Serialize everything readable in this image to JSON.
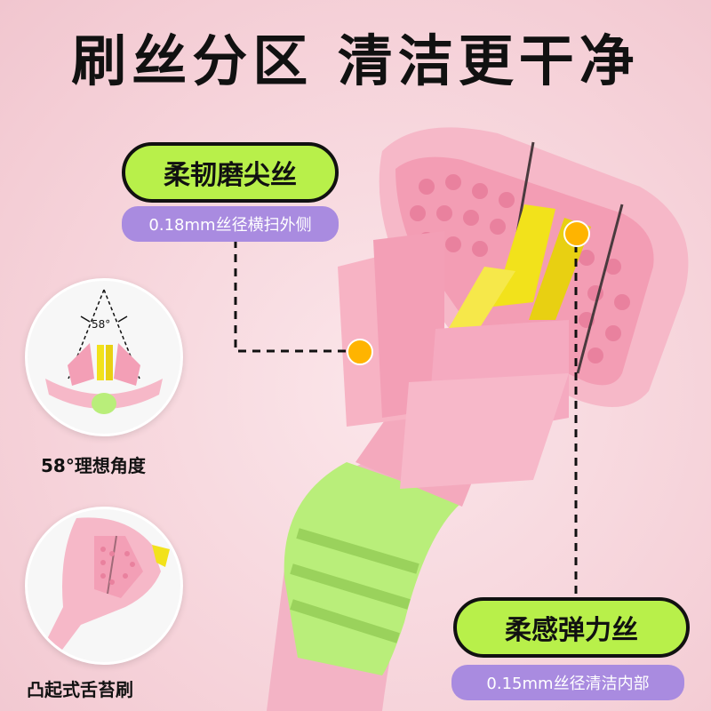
{
  "headline": "刷丝分区 清洁更干净",
  "callout_top": {
    "title": "柔韧磨尖丝",
    "subtitle": "0.18mm丝径横扫外侧"
  },
  "callout_bottom": {
    "title": "柔感弹力丝",
    "subtitle": "0.15mm丝径清洁内部"
  },
  "detail_angle": {
    "angle_label": "58°",
    "caption": "58°理想角度"
  },
  "detail_tongue": {
    "caption": "凸起式舌苔刷"
  },
  "colors": {
    "accent_green": "#b8f04a",
    "accent_purple": "#a98be0",
    "dot_orange": "#ffb400",
    "brush_pink": "#f4a9bd",
    "bristle_yellow": "#f2e21b",
    "handle_green": "#b9ee7a"
  }
}
